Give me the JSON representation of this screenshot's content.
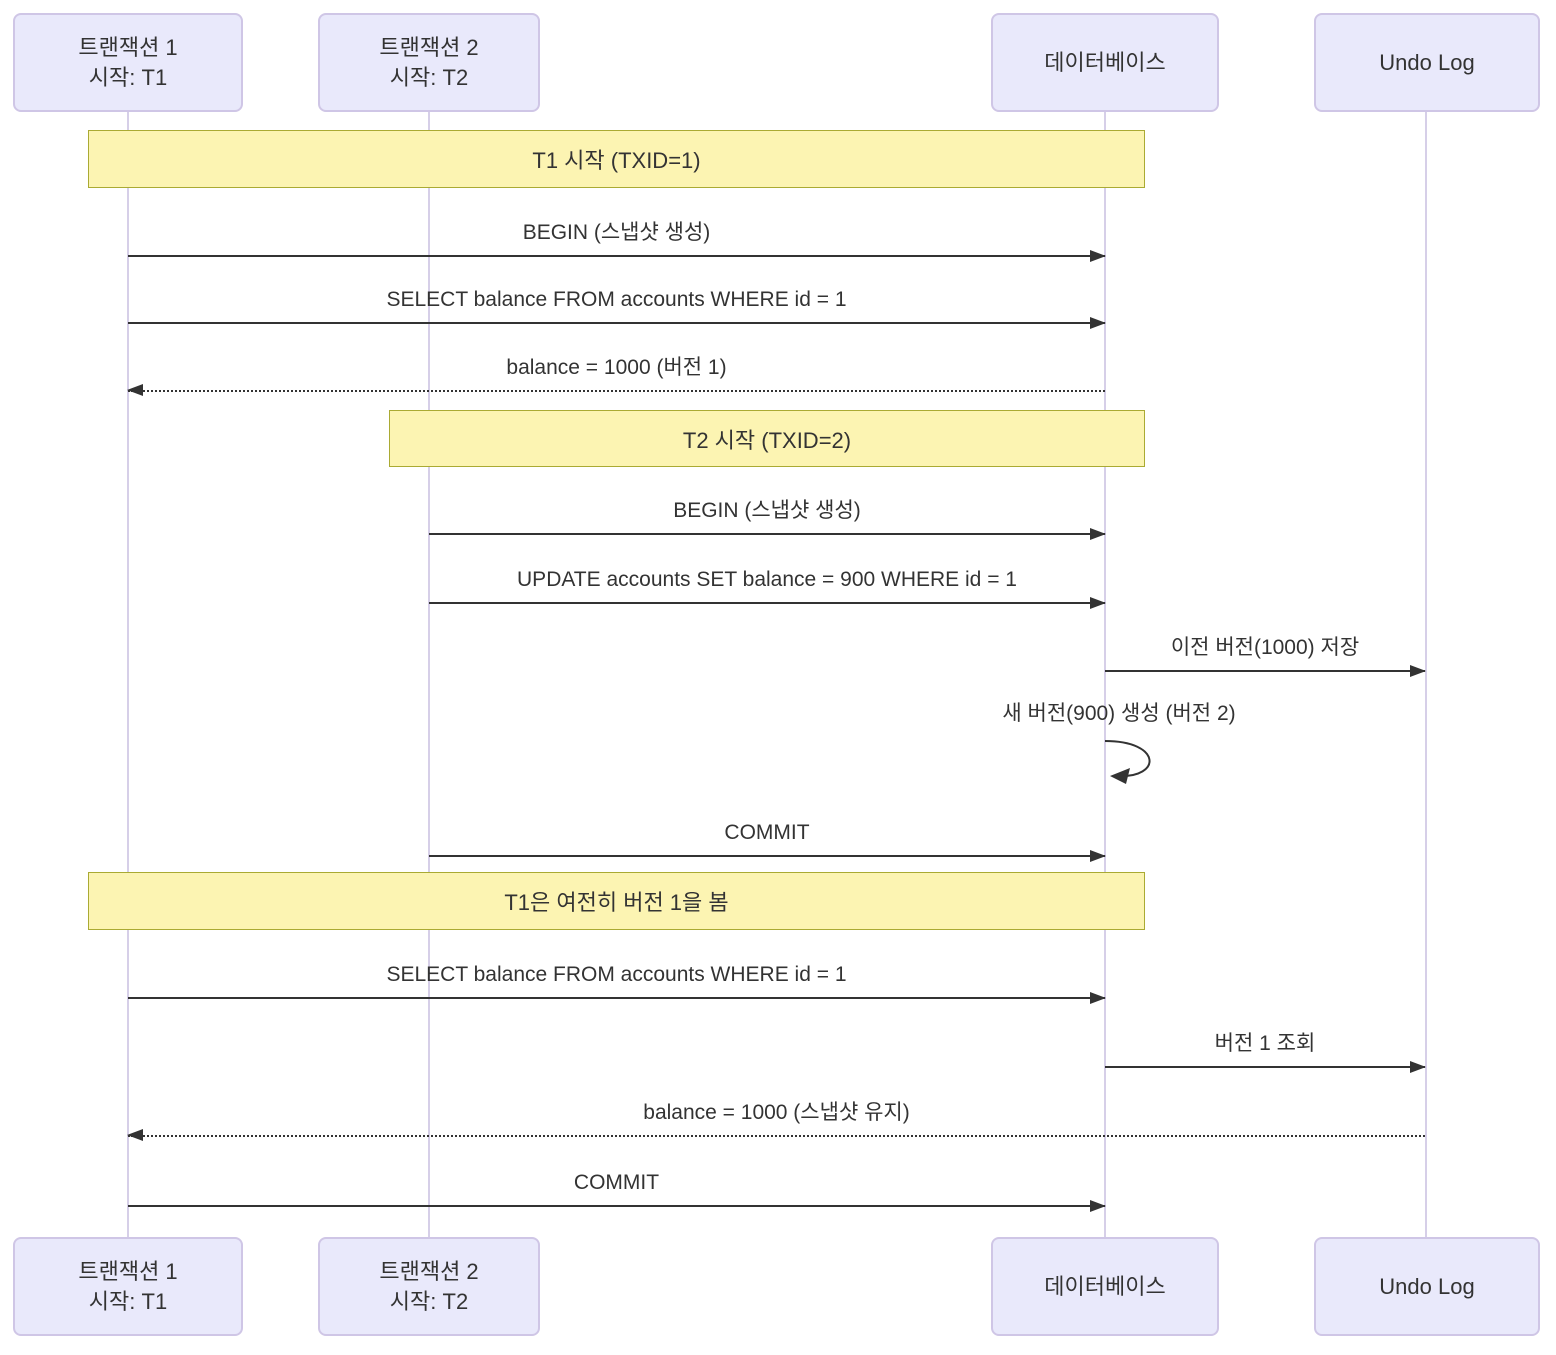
{
  "diagram": {
    "type": "sequence-diagram",
    "actors": [
      {
        "id": "tx1",
        "line1": "트랜잭션 1",
        "line2": "시작: T1"
      },
      {
        "id": "tx2",
        "line1": "트랜잭션 2",
        "line2": "시작: T2"
      },
      {
        "id": "db",
        "line1": "데이터베이스"
      },
      {
        "id": "undo",
        "line1": "Undo Log"
      }
    ],
    "notes": [
      {
        "text": "T1 시작 (TXID=1)",
        "over": [
          "tx1",
          "db"
        ]
      },
      {
        "text": "T2 시작 (TXID=2)",
        "over": [
          "tx2",
          "db"
        ]
      },
      {
        "text": "T1은 여전히 버전 1을 봄",
        "over": [
          "tx1",
          "db"
        ]
      }
    ],
    "messages": [
      {
        "label": "BEGIN (스냅샷 생성)",
        "from": "tx1",
        "to": "db",
        "style": "solid"
      },
      {
        "label": "SELECT balance FROM accounts WHERE id = 1",
        "from": "tx1",
        "to": "db",
        "style": "solid"
      },
      {
        "label": "balance = 1000 (버전 1)",
        "from": "db",
        "to": "tx1",
        "style": "dotted"
      },
      {
        "label": "BEGIN (스냅샷 생성)",
        "from": "tx2",
        "to": "db",
        "style": "solid"
      },
      {
        "label": "UPDATE accounts SET balance = 900 WHERE id = 1",
        "from": "tx2",
        "to": "db",
        "style": "solid"
      },
      {
        "label": "이전 버전(1000) 저장",
        "from": "db",
        "to": "undo",
        "style": "solid"
      },
      {
        "label": "새 버전(900) 생성 (버전 2)",
        "from": "db",
        "to": "db",
        "style": "self"
      },
      {
        "label": "COMMIT",
        "from": "tx2",
        "to": "db",
        "style": "solid"
      },
      {
        "label": "SELECT balance FROM accounts WHERE id = 1",
        "from": "tx1",
        "to": "db",
        "style": "solid"
      },
      {
        "label": "버전 1 조회",
        "from": "db",
        "to": "undo",
        "style": "solid"
      },
      {
        "label": "balance = 1000 (스냅샷 유지)",
        "from": "undo",
        "to": "tx1",
        "style": "dotted"
      },
      {
        "label": "COMMIT",
        "from": "tx1",
        "to": "db",
        "style": "solid"
      }
    ],
    "colors": {
      "actor_fill": "#E9E9FB",
      "actor_border": "#CFC6E6",
      "lifeline": "#D6CFE8",
      "note_fill": "#FCF4B2",
      "note_border": "#AAAA33",
      "arrow": "#333333",
      "text": "#333333",
      "background": "#FFFFFF"
    }
  }
}
